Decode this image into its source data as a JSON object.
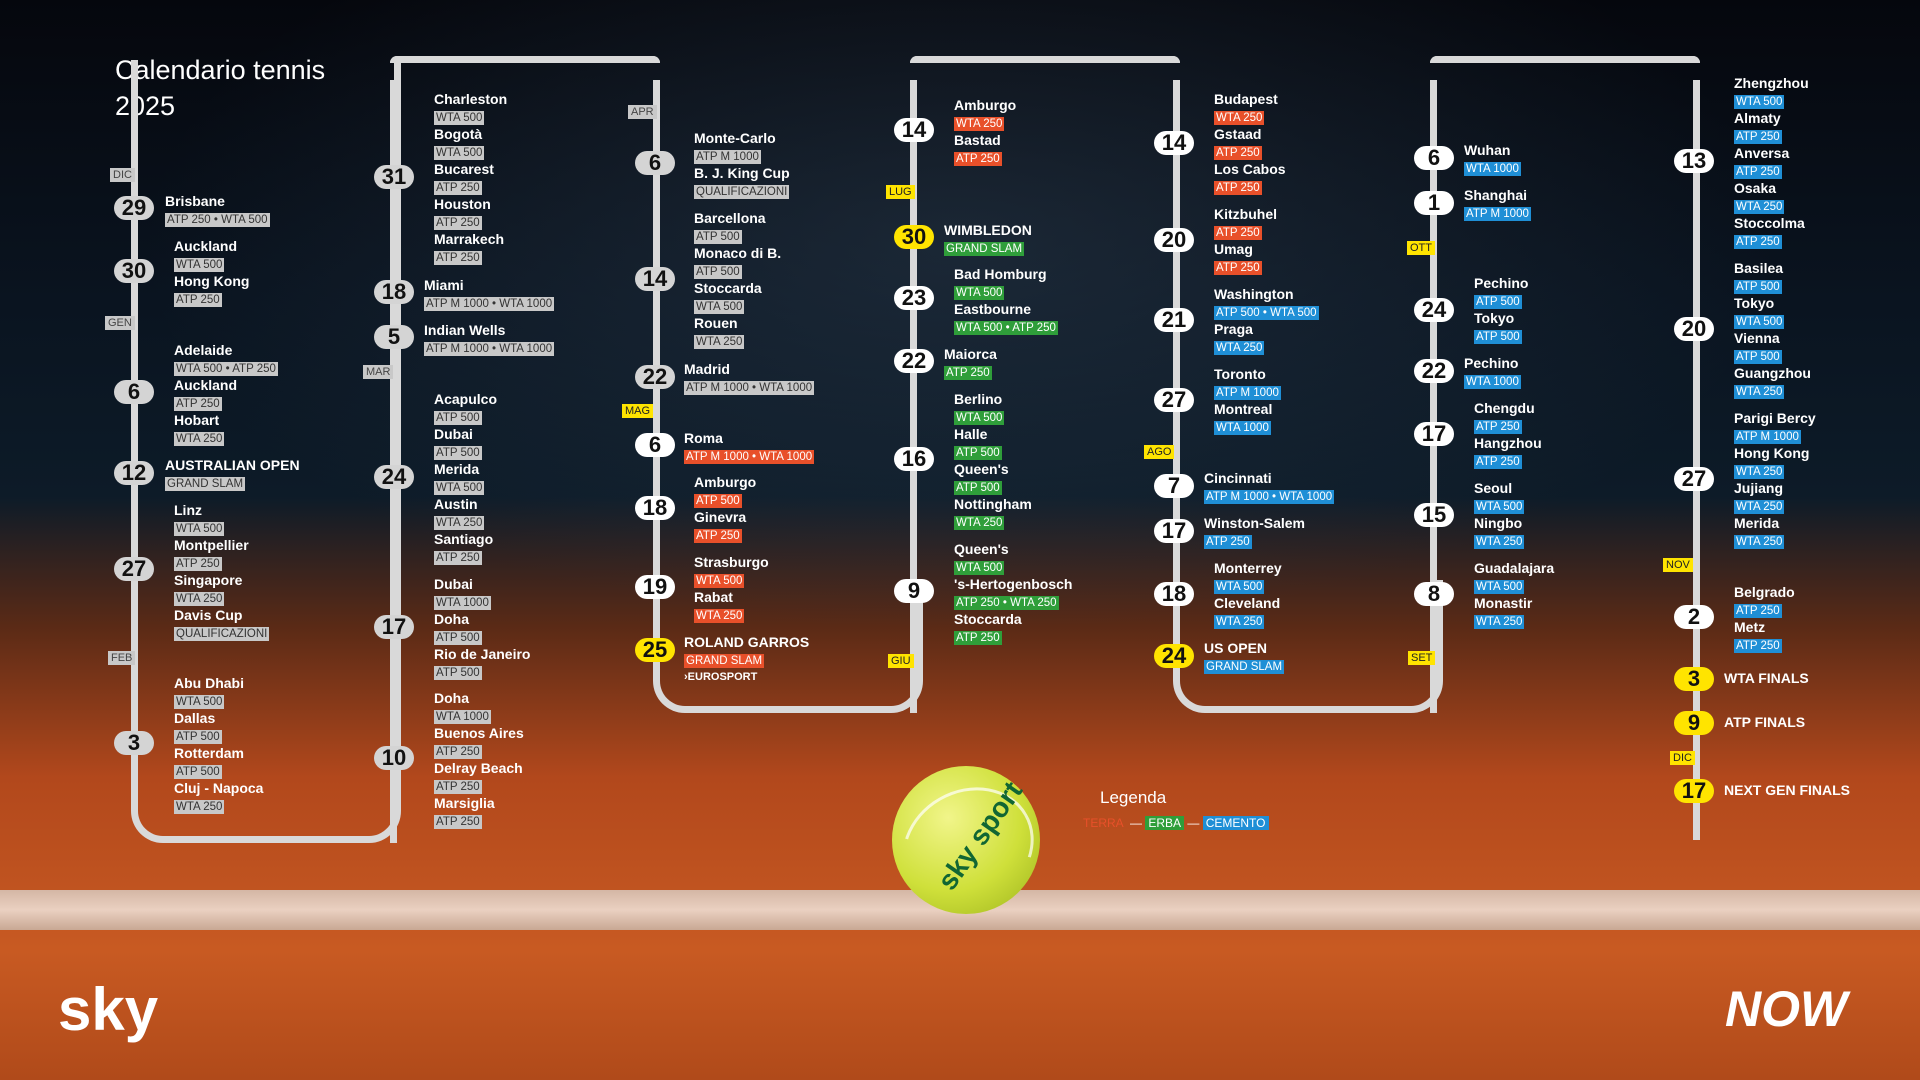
{
  "title": "Calendario tennis 2025",
  "months": {
    "dic": "DIC",
    "gen": "GEN",
    "feb": "FEB",
    "mar": "MAR",
    "apr": "APR",
    "mag": "MAG",
    "giu": "GIU",
    "lug": "LUG",
    "ago": "AGO",
    "set": "SET",
    "ott": "OTT",
    "nov": "NOV",
    "dic2": "DIC"
  },
  "days": {
    "d29": "29",
    "d30": "30",
    "d6": "6",
    "d12": "12",
    "d27": "27",
    "d3": "3",
    "d31": "31",
    "d18": "18",
    "d5": "5",
    "d24": "24",
    "d17": "17",
    "d10": "10",
    "c6": "6",
    "c14": "14",
    "c22": "22",
    "c6b": "6",
    "c18": "18",
    "c19": "19",
    "c25": "25",
    "e14": "14",
    "e30": "30",
    "e23": "23",
    "e22": "22",
    "e16": "16",
    "e9": "9",
    "f14": "14",
    "f20": "20",
    "f21": "21",
    "f27": "27",
    "f7": "7",
    "f17": "17",
    "f18": "18",
    "f24": "24",
    "g6": "6",
    "g1": "1",
    "g24": "24",
    "g22": "22",
    "g17": "17",
    "g15": "15",
    "g8": "8",
    "h13": "13",
    "h20": "20",
    "h27": "27",
    "h2": "2",
    "h3": "3",
    "h9": "9",
    "h17": "17"
  },
  "events": {
    "brisbane": {
      "name": "Brisbane",
      "tag": "ATP 250 • WTA 500"
    },
    "auckland1": {
      "name": "Auckland",
      "tag": "WTA 500"
    },
    "hongkong1": {
      "name": "Hong Kong",
      "tag": "ATP 250"
    },
    "adelaide": {
      "name": "Adelaide",
      "tag": "WTA 500 • ATP 250"
    },
    "auckland2": {
      "name": "Auckland",
      "tag": "ATP 250"
    },
    "hobart": {
      "name": "Hobart",
      "tag": "WTA 250"
    },
    "ao": {
      "name": "AUSTRALIAN OPEN",
      "tag": "GRAND SLAM"
    },
    "linz": {
      "name": "Linz",
      "tag": "WTA 500"
    },
    "montpellier": {
      "name": "Montpellier",
      "tag": "ATP 250"
    },
    "singapore": {
      "name": "Singapore",
      "tag": "WTA 250"
    },
    "daviscup": {
      "name": "Davis Cup",
      "tag": "QUALIFICAZIONI"
    },
    "abudhabi": {
      "name": "Abu Dhabi",
      "tag": "WTA 500"
    },
    "dallas": {
      "name": "Dallas",
      "tag": "ATP 500"
    },
    "rotterdam": {
      "name": "Rotterdam",
      "tag": "ATP 500"
    },
    "cluj": {
      "name": "Cluj - Napoca",
      "tag": "WTA 250"
    },
    "charleston": {
      "name": "Charleston",
      "tag": "WTA 500"
    },
    "bogota": {
      "name": "Bogotà",
      "tag": "WTA 500"
    },
    "bucarest": {
      "name": "Bucarest",
      "tag": "ATP 250"
    },
    "houston": {
      "name": "Houston",
      "tag": "ATP 250"
    },
    "marrakech": {
      "name": "Marrakech",
      "tag": "ATP 250"
    },
    "miami": {
      "name": "Miami",
      "tag": "ATP M 1000 • WTA 1000"
    },
    "indianwells": {
      "name": "Indian Wells",
      "tag": "ATP M 1000 • WTA 1000"
    },
    "acapulco": {
      "name": "Acapulco",
      "tag": "ATP 500"
    },
    "dubai1": {
      "name": "Dubai",
      "tag": "ATP 500"
    },
    "merida1": {
      "name": "Merida",
      "tag": "WTA 500"
    },
    "austin": {
      "name": "Austin",
      "tag": "WTA 250"
    },
    "santiago": {
      "name": "Santiago",
      "tag": "ATP 250"
    },
    "dubai2": {
      "name": "Dubai",
      "tag": "WTA 1000"
    },
    "doha1": {
      "name": "Doha",
      "tag": "ATP 500"
    },
    "rio": {
      "name": "Rio de Janeiro",
      "tag": "ATP 500"
    },
    "doha2": {
      "name": "Doha",
      "tag": "WTA 1000"
    },
    "buenosaires": {
      "name": "Buenos Aires",
      "tag": "ATP 250"
    },
    "delray": {
      "name": "Delray Beach",
      "tag": "ATP 250"
    },
    "marsiglia": {
      "name": "Marsiglia",
      "tag": "ATP 250"
    },
    "montecarlo": {
      "name": "Monte-Carlo",
      "tag": "ATP M 1000"
    },
    "bjking": {
      "name": "B. J. King Cup",
      "tag": "QUALIFICAZIONI"
    },
    "barcellona": {
      "name": "Barcellona",
      "tag": "ATP 500"
    },
    "monaco": {
      "name": "Monaco di B.",
      "tag": "ATP 500"
    },
    "stoccarda1": {
      "name": "Stoccarda",
      "tag": "WTA 500"
    },
    "rouen": {
      "name": "Rouen",
      "tag": "WTA 250"
    },
    "madrid": {
      "name": "Madrid",
      "tag": "ATP M 1000 • WTA 1000"
    },
    "roma": {
      "name": "Roma",
      "tag": "ATP M 1000 • WTA 1000"
    },
    "amburgo1": {
      "name": "Amburgo",
      "tag": "ATP 500"
    },
    "ginevra": {
      "name": "Ginevra",
      "tag": "ATP 250"
    },
    "strasburgo": {
      "name": "Strasburgo",
      "tag": "WTA 500"
    },
    "rabat": {
      "name": "Rabat",
      "tag": "WTA 250"
    },
    "rg": {
      "name": "ROLAND GARROS",
      "tag": "GRAND SLAM",
      "extra": "›EUROSPORT"
    },
    "amburgo2": {
      "name": "Amburgo",
      "tag": "WTA 250"
    },
    "bastad": {
      "name": "Bastad",
      "tag": "ATP 250"
    },
    "wimbledon": {
      "name": "WIMBLEDON",
      "tag": "GRAND SLAM"
    },
    "badhomburg": {
      "name": "Bad Homburg",
      "tag": "WTA 500"
    },
    "eastbourne": {
      "name": "Eastbourne",
      "tag": "WTA 500 • ATP 250"
    },
    "maiorca": {
      "name": "Maiorca",
      "tag": "ATP 250"
    },
    "berlino": {
      "name": "Berlino",
      "tag": "WTA 500"
    },
    "halle": {
      "name": "Halle",
      "tag": "ATP 500"
    },
    "queens1": {
      "name": "Queen's",
      "tag": "ATP 500"
    },
    "nottingham": {
      "name": "Nottingham",
      "tag": "WTA 250"
    },
    "queens2": {
      "name": "Queen's",
      "tag": "WTA 500"
    },
    "hertogenbosch": {
      "name": "'s-Hertogenbosch",
      "tag": "ATP 250 • WTA 250"
    },
    "stoccarda2": {
      "name": "Stoccarda",
      "tag": "ATP 250"
    },
    "budapest": {
      "name": "Budapest",
      "tag": "WTA 250"
    },
    "gstaad": {
      "name": "Gstaad",
      "tag": "ATP 250"
    },
    "loscabos": {
      "name": "Los Cabos",
      "tag": "ATP 250"
    },
    "kitzbuhel": {
      "name": "Kitzbuhel",
      "tag": "ATP 250"
    },
    "umag": {
      "name": "Umag",
      "tag": "ATP 250"
    },
    "washington": {
      "name": "Washington",
      "tag": "ATP 500 • WTA 500"
    },
    "praga": {
      "name": "Praga",
      "tag": "WTA 250"
    },
    "toronto": {
      "name": "Toronto",
      "tag": "ATP M 1000"
    },
    "montreal": {
      "name": "Montreal",
      "tag": "WTA 1000"
    },
    "cincinnati": {
      "name": "Cincinnati",
      "tag": "ATP M 1000 • WTA 1000"
    },
    "winston": {
      "name": "Winston-Salem",
      "tag": "ATP 250"
    },
    "monterrey": {
      "name": "Monterrey",
      "tag": "WTA 500"
    },
    "cleveland": {
      "name": "Cleveland",
      "tag": "WTA 250"
    },
    "usopen": {
      "name": "US OPEN",
      "tag": "GRAND SLAM"
    },
    "wuhan": {
      "name": "Wuhan",
      "tag": "WTA 1000"
    },
    "shanghai": {
      "name": "Shanghai",
      "tag": "ATP M 1000"
    },
    "pechino1": {
      "name": "Pechino",
      "tag": "ATP 500"
    },
    "tokyo1": {
      "name": "Tokyo",
      "tag": "ATP 500"
    },
    "pechino2": {
      "name": "Pechino",
      "tag": "WTA 1000"
    },
    "chengdu": {
      "name": "Chengdu",
      "tag": "ATP 250"
    },
    "hangzhou": {
      "name": "Hangzhou",
      "tag": "ATP 250"
    },
    "seoul": {
      "name": "Seoul",
      "tag": "WTA 500"
    },
    "ningbo": {
      "name": "Ningbo",
      "tag": "WTA 250"
    },
    "guadalajara": {
      "name": "Guadalajara",
      "tag": "WTA 500"
    },
    "monastir": {
      "name": "Monastir",
      "tag": "WTA 250"
    },
    "zhengzhou": {
      "name": "Zhengzhou",
      "tag": "WTA 500"
    },
    "almaty": {
      "name": "Almaty",
      "tag": "ATP 250"
    },
    "anversa": {
      "name": "Anversa",
      "tag": "ATP 250"
    },
    "osaka": {
      "name": "Osaka",
      "tag": "WTA 250"
    },
    "stoccolma": {
      "name": "Stoccolma",
      "tag": "ATP 250"
    },
    "basilea": {
      "name": "Basilea",
      "tag": "ATP 500"
    },
    "tokyo2": {
      "name": "Tokyo",
      "tag": "WTA 500"
    },
    "vienna": {
      "name": "Vienna",
      "tag": "ATP 500"
    },
    "guangzhou": {
      "name": "Guangzhou",
      "tag": "WTA 250"
    },
    "parigi": {
      "name": "Parigi Bercy",
      "tag": "ATP M 1000"
    },
    "hongkong2": {
      "name": "Hong Kong",
      "tag": "WTA 250"
    },
    "jujiang": {
      "name": "Jujiang",
      "tag": "WTA 250"
    },
    "merida2": {
      "name": "Merida",
      "tag": "WTA 250"
    },
    "belgrado": {
      "name": "Belgrado",
      "tag": "ATP 250"
    },
    "metz": {
      "name": "Metz",
      "tag": "ATP 250"
    },
    "wtafinals": {
      "name": "WTA FINALS"
    },
    "atpfinals": {
      "name": "ATP FINALS"
    },
    "nextgen": {
      "name": "NEXT GEN FINALS"
    }
  },
  "legend": {
    "title": "Legenda",
    "terra": "TERRA",
    "erba": "ERBA",
    "cemento": "CEMENTO"
  },
  "brands": {
    "ball": "sky sport",
    "sky": "sky",
    "now": "NOW"
  },
  "colors": {
    "terra": "#e8502a",
    "erba": "#2f9e3a",
    "cemento": "#1f8fd6",
    "grey": "#c8c8c8",
    "highlight": "#ffe400"
  }
}
